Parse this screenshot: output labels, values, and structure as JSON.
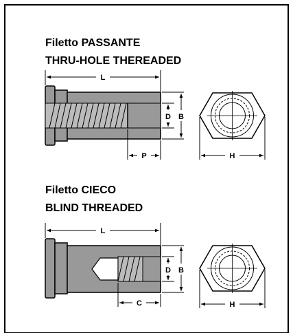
{
  "thru": {
    "title_it": "Filetto PASSANTE",
    "title_en": "THRU-HOLE THEREADED",
    "labels": {
      "L": "L",
      "D": "D",
      "B": "B",
      "P": "P",
      "H": "H"
    }
  },
  "blind": {
    "title_it": "Filetto CIECO",
    "title_en": "BLIND THREADED",
    "labels": {
      "L": "L",
      "D": "D",
      "B": "B",
      "C": "C",
      "H": "H"
    }
  },
  "colors": {
    "part_fill": "#999999",
    "line": "#000000",
    "background": "#ffffff"
  }
}
